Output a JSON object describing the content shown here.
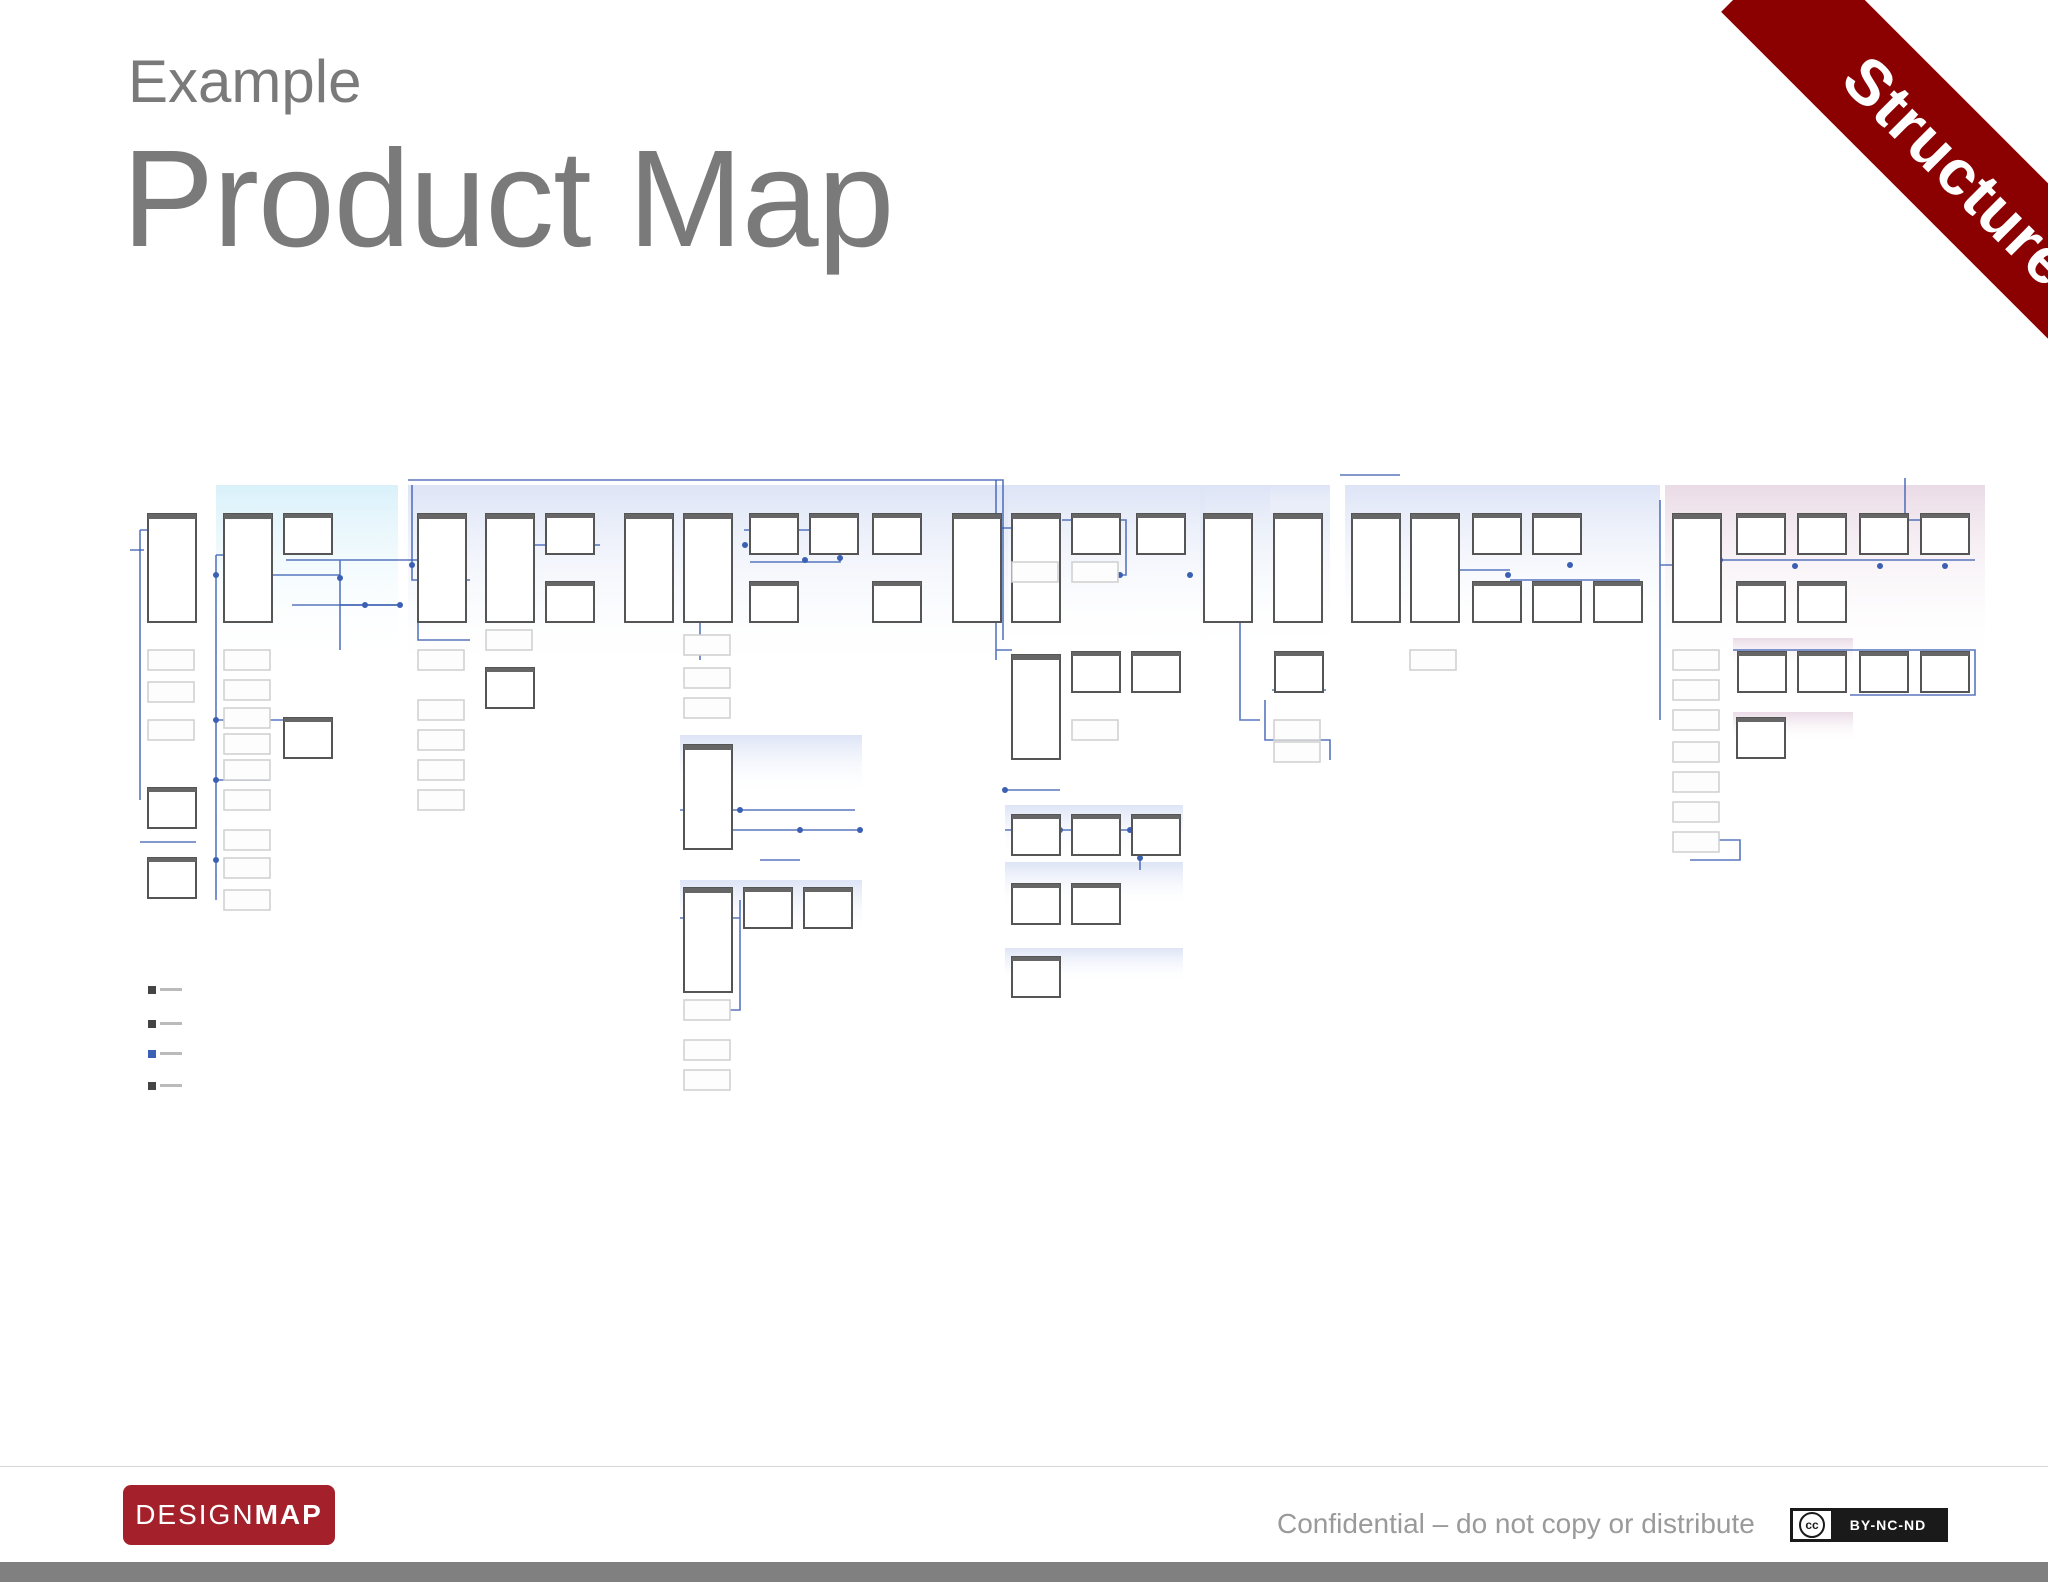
{
  "header": {
    "subtitle": "Example",
    "title": "Product Map"
  },
  "ribbon": {
    "label": "Structure",
    "color": "#8b0000"
  },
  "footer": {
    "logo_light": "DESIGN",
    "logo_bold": "MAP",
    "logo_color": "#a4202a",
    "confidential": "Confidential – do not copy or distribute",
    "license_icon": "cc-icon",
    "license_cc": "cc",
    "license": "BY-NC-ND"
  },
  "map": {
    "line_color": "#3b5fb3",
    "section_tints": [
      "#dff4fb",
      "#e3e9f7",
      "#ede4ee"
    ]
  }
}
